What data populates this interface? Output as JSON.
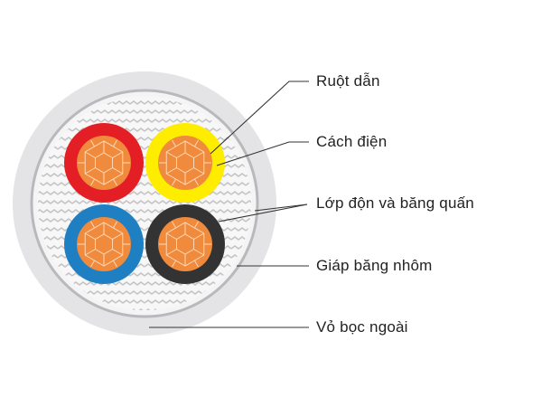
{
  "labels": {
    "conductor": "Ruột dẫn",
    "insulation": "Cách điện",
    "filler_tape": "Lớp độn và băng quấn",
    "armor": "Giáp băng nhôm",
    "sheath": "Vỏ bọc ngoài"
  },
  "colors": {
    "sheath": "#e4e4e6",
    "armor_ring": "#b9b9bd",
    "filler_bg": "#f7f7f7",
    "filler_pattern": "#c4c4c6",
    "core_red": "#e31e24",
    "core_yellow": "#ffed00",
    "core_blue": "#1e7fc3",
    "core_black": "#333333",
    "copper": "#f08a3c",
    "copper_line": "#ffd9b8",
    "leader": "#333333"
  }
}
